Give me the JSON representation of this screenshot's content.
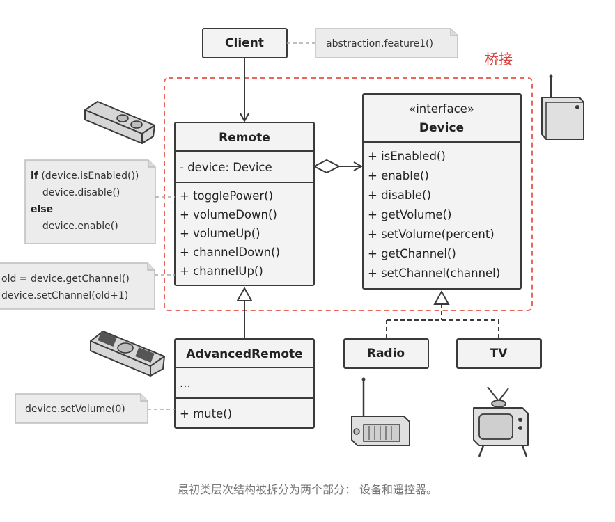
{
  "bridge_label": "桥接",
  "caption": "最初类层次结构被拆分为两个部分： 设备和遥控器。",
  "client": {
    "title": "Client"
  },
  "client_note": "abstraction.feature1()",
  "remote": {
    "title": "Remote",
    "field": "- device: Device",
    "methods": [
      "+ togglePower()",
      "+ volumeDown()",
      "+ volumeUp()",
      "+ channelDown()",
      "+ channelUp()"
    ]
  },
  "device": {
    "stereotype": "«interface»",
    "title": "Device",
    "methods": [
      "+ isEnabled()",
      "+ enable()",
      "+ disable()",
      "+ getVolume()",
      "+ setVolume(percent)",
      "+ getChannel()",
      "+ setChannel(channel)"
    ]
  },
  "advanced_remote": {
    "title": "AdvancedRemote",
    "field": "...",
    "method": "+ mute()"
  },
  "radio": {
    "title": "Radio"
  },
  "tv": {
    "title": "TV"
  },
  "note_toggle": {
    "lines": [
      {
        "bold": "if",
        "text": " (device.isEnabled())"
      },
      {
        "bold": "",
        "text": "  device.disable()"
      },
      {
        "bold": "else",
        "text": ""
      },
      {
        "bold": "",
        "text": "  device.enable()"
      }
    ]
  },
  "note_channel": {
    "lines": [
      "old = device.getChannel()",
      "device.setChannel(old+1)"
    ]
  },
  "note_mute": "device.setVolume(0)",
  "colors": {
    "bridge": "#e8685e",
    "box_fill": "#f3f3f3",
    "stroke": "#3a3a3a",
    "note_fill": "#ececec"
  }
}
